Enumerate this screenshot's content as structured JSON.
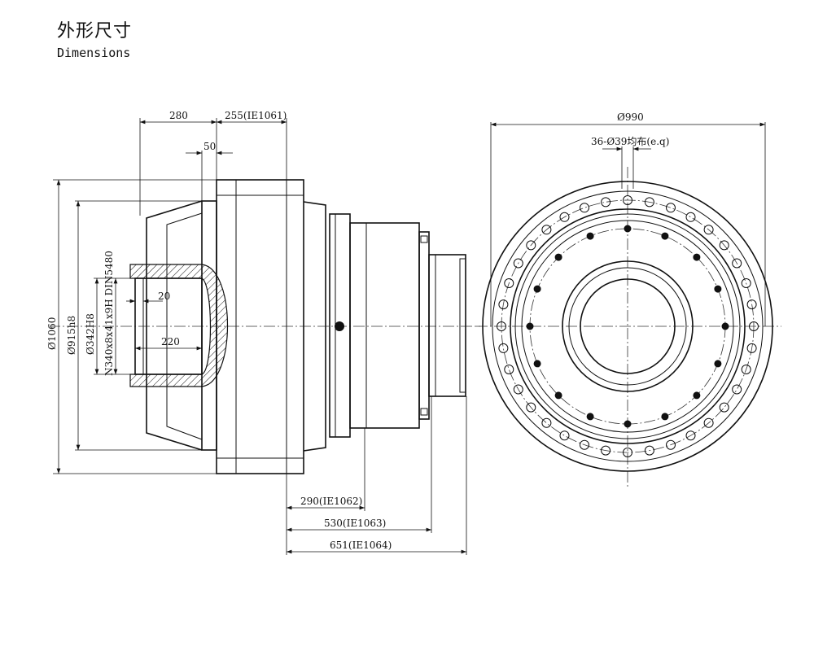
{
  "header": {
    "title_zh": "外形尺寸",
    "title_en": "Dimensions"
  },
  "dims": {
    "d280": "280",
    "d255": "255(IE1061)",
    "d50": "50",
    "d20": "20",
    "d220": "220",
    "d290": "290(IE1062)",
    "d530": "530(IE1063)",
    "d651": "651(IE1064)",
    "dia1060": "Ø1060",
    "dia915": "Ø915h8",
    "dia342": "Ø342H8",
    "spline": "N340x8x41x9H DIN5480",
    "dia990": "Ø990",
    "holes": "36-Ø39均布(e.q)"
  }
}
